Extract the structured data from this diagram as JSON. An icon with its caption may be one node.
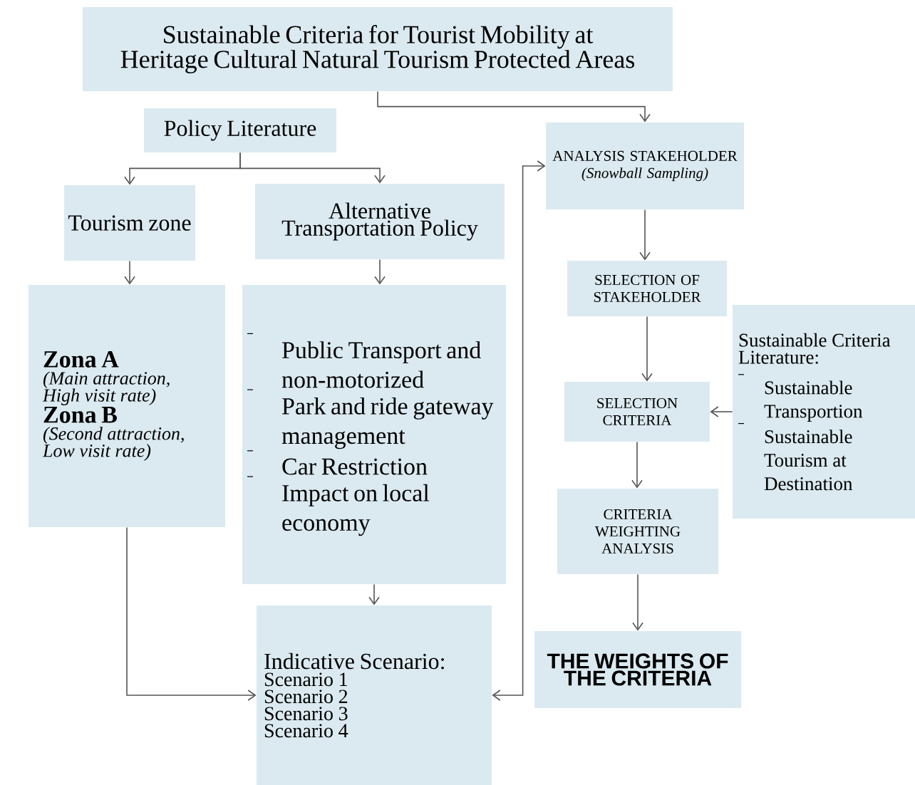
{
  "diagram": {
    "nodes": [
      {
        "text": [
          "Sustainable Criteria for Tourist Mobility at Heritage Cultural Natural Tourism Protected Areas"
        ]
      },
      {
        "text": [
          "Policy Literature"
        ]
      },
      {
        "text": [
          "Tourism zone"
        ]
      },
      {
        "text": [
          "Alternative Transportation Policy"
        ]
      },
      {
        "text": [
          "Zona A",
          "(Main attraction, High visit rate)",
          "Zona B",
          "(Second attraction, Low visit rate)"
        ]
      },
      {
        "text": [
          "Public Transport and non-motorized",
          "Park and ride gateway management",
          "Car Restriction",
          "Impact on local economy"
        ]
      },
      {
        "text": [
          "Indicative Scenario:",
          "Scenario 1",
          "Scenario 2",
          "Scenario 3",
          "Scenario 4"
        ]
      },
      {
        "text": [
          "ANALYSIS STAKEHOLDER",
          "(Snowball Sampling)"
        ]
      },
      {
        "text": [
          "SELECTION OF STAKEHOLDER"
        ]
      },
      {
        "text": [
          "SELECTION CRITERIA"
        ]
      },
      {
        "text": [
          "Sustainable Criteria Literature:",
          "Sustainable Transportion",
          "Sustainable Tourism at Destination"
        ]
      },
      {
        "text": [
          "CRITERIA WEIGHTING ANALYSIS"
        ]
      },
      {
        "text": [
          "THE WEIGHTS OF THE CRITERIA"
        ]
      }
    ],
    "edges": [
      {
        "from": 0,
        "to": 7,
        "arrow": "to"
      },
      {
        "from": 1,
        "to": 2,
        "arrow": "to"
      },
      {
        "from": 1,
        "to": 3,
        "arrow": "to"
      },
      {
        "from": 2,
        "to": 4,
        "arrow": "to"
      },
      {
        "from": 3,
        "to": 5,
        "arrow": "to"
      },
      {
        "from": 5,
        "to": 6,
        "arrow": "to"
      },
      {
        "from": 4,
        "to": 6,
        "arrow": "to"
      },
      {
        "from": 6,
        "to": 7,
        "arrow": "both"
      },
      {
        "from": 7,
        "to": 8,
        "arrow": "to"
      },
      {
        "from": 8,
        "to": 9,
        "arrow": "to"
      },
      {
        "from": 10,
        "to": 9,
        "arrow": "to"
      },
      {
        "from": 9,
        "to": 11,
        "arrow": "to"
      },
      {
        "from": 11,
        "to": 12,
        "arrow": "to"
      }
    ]
  }
}
